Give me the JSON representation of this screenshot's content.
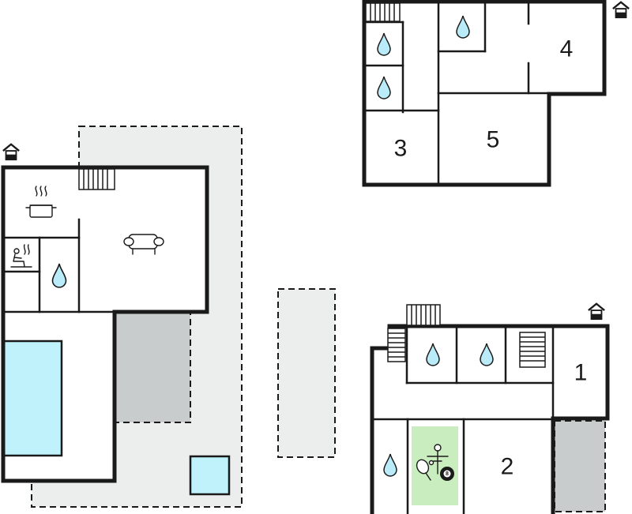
{
  "plan": {
    "room_labels": {
      "room1": "1",
      "room2": "2",
      "room3": "3",
      "room4": "4",
      "room5": "5"
    },
    "ball_label": "8"
  },
  "icons": [
    "entrance-icon",
    "kitchen-icon",
    "sofa-icon",
    "sauna-icon",
    "bathroom-icon",
    "staircase-icon",
    "table-football-icon",
    "table-tennis-icon",
    "billiard-ball-icon"
  ],
  "colors": {
    "wall": "#1a1a1a",
    "terrace": "#eceeee",
    "terrace_covered": "#c8cccc",
    "pool": "#bff2fb",
    "games_room": "#c9edbf",
    "water_drop": "#b9ecf8"
  }
}
